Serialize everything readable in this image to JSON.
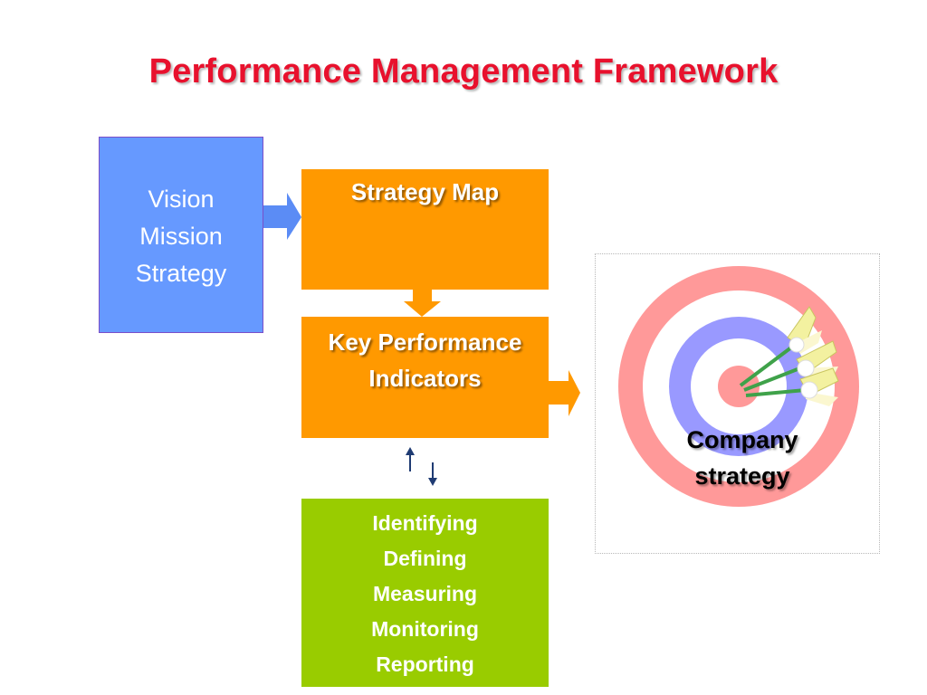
{
  "title": "Performance Management Framework",
  "vision_box": {
    "lines": [
      "Vision",
      "Mission",
      "Strategy"
    ],
    "color": "#6699ff"
  },
  "strategy_map": {
    "label": "Strategy Map",
    "color": "#ff9900"
  },
  "kpi_box": {
    "lines": [
      "Key Performance",
      "Indicators"
    ],
    "color": "#ff9900"
  },
  "steps_box": {
    "items": [
      "Identifying",
      "Defining",
      "Measuring",
      "Monitoring",
      "Reporting"
    ],
    "color": "#99cc00"
  },
  "target": {
    "label_lines": [
      "Company",
      "strategy"
    ],
    "ring_colors": [
      "#ff9999",
      "#9999ff",
      "#ff9999"
    ]
  },
  "colors": {
    "title": "#e8112d",
    "arrow_blue": "#5b8cf5",
    "arrow_orange": "#ff9900",
    "small_arrow": "#1f3b73"
  }
}
